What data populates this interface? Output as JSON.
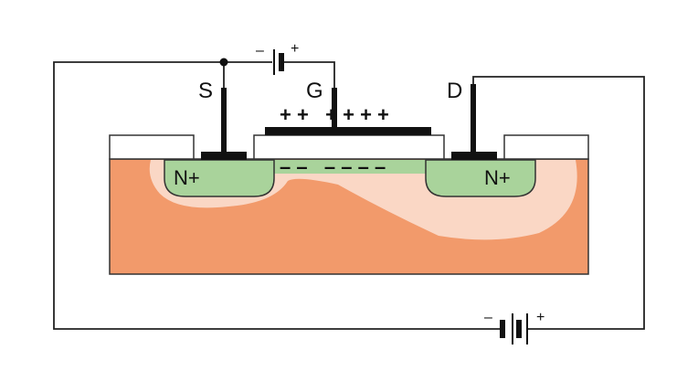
{
  "labels": {
    "source": "S",
    "gate": "G",
    "drain": "D",
    "n_left": "N+",
    "n_right": "N+",
    "gate_charges": "+ +   + + + +",
    "channel_charges": "– –   – – – –",
    "bat1_minus": "–",
    "bat1_plus": "+",
    "bat2_minus": "–",
    "bat2_plus": "+"
  },
  "colors": {
    "substrate": "#f29a6b",
    "depletion": "#fad7c5",
    "n_region": "#a9d39b",
    "oxide": "#ffffff",
    "metal": "#111111",
    "wire": "#222222"
  }
}
